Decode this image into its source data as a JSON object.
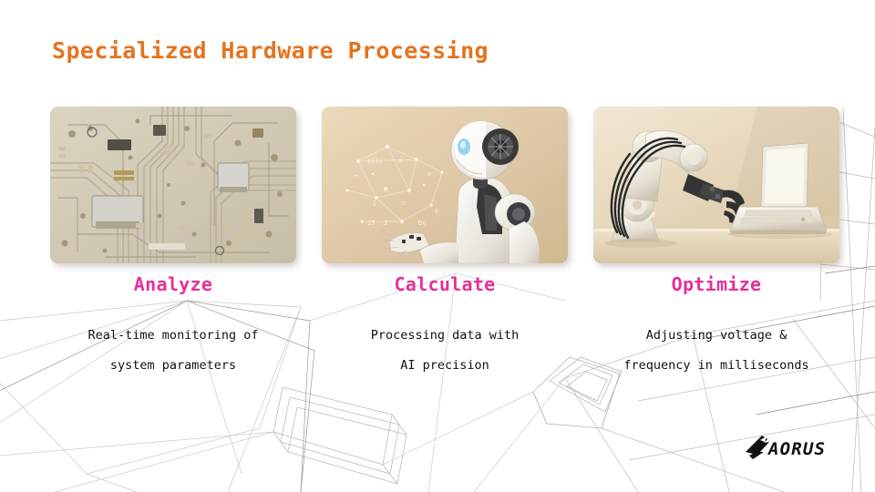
{
  "slide": {
    "title": "Specialized Hardware Processing",
    "title_color": "#E4741F",
    "heading_color": "#E5309B",
    "body_color": "#111111",
    "background_color": "#FFFFFF"
  },
  "cards": [
    {
      "heading": "Analyze",
      "desc_line1": "Real-time monitoring of",
      "desc_line2": "system parameters",
      "image_name": "circuit-board-photo",
      "image_alt": "Close-up photo of a beige printed circuit board with copper traces and chips"
    },
    {
      "heading": "Calculate",
      "desc_line1": "Processing data with",
      "desc_line2": "AI precision",
      "image_name": "humanoid-robot-photo",
      "image_alt": "White humanoid AI robot on tan background with floating data icons"
    },
    {
      "heading": "Optimize",
      "desc_line1": "Adjusting voltage &",
      "desc_line2": "frequency in milliseconds",
      "image_name": "robotic-arm-laptop-photo",
      "image_alt": "Robotic arm reaching toward a laptop keyboard on a desk"
    }
  ],
  "logo": {
    "brand": "AORUS",
    "mark": "aorus-falcon-icon",
    "color": "#111111"
  }
}
